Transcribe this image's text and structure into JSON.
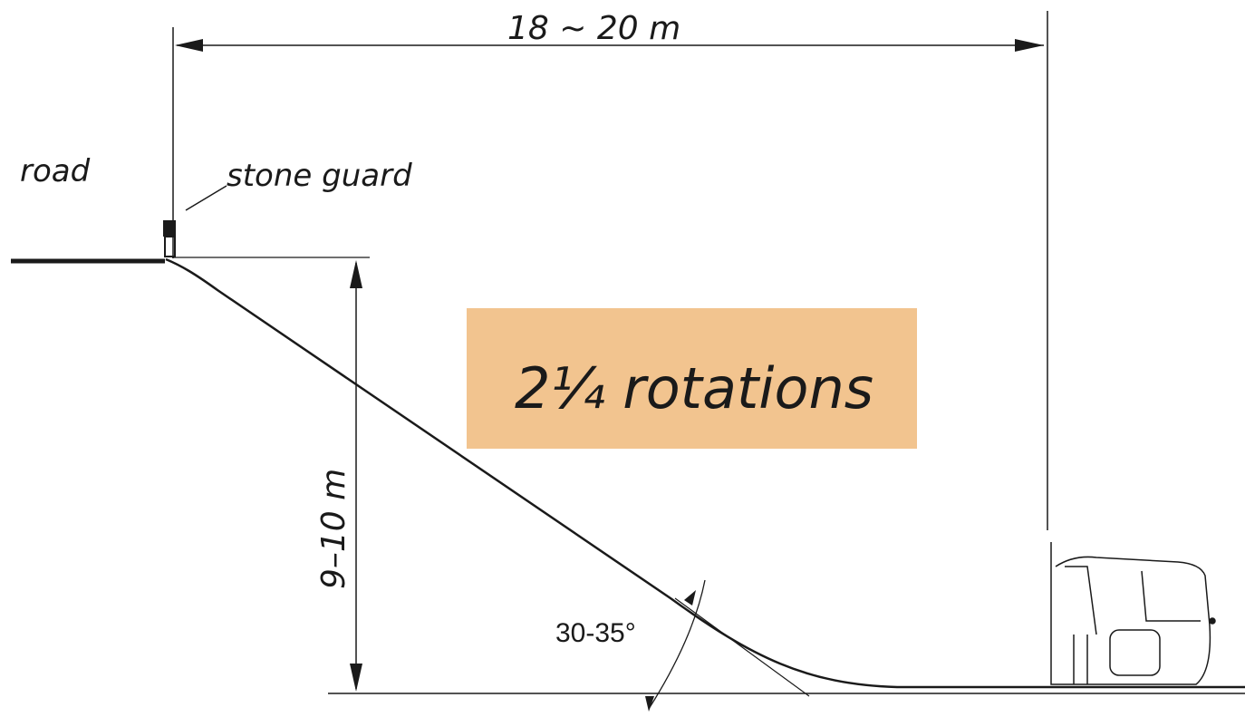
{
  "diagram": {
    "labels": {
      "road": "road",
      "stone_guard": "stone guard",
      "width": "18 ~ 20 m",
      "height": "9–10 m",
      "angle": "30-35°",
      "rotations": "2¼ rotations"
    },
    "colors": {
      "ink": "#1a1a1a",
      "paper": "#f2c48f",
      "background": "#ffffff"
    }
  }
}
